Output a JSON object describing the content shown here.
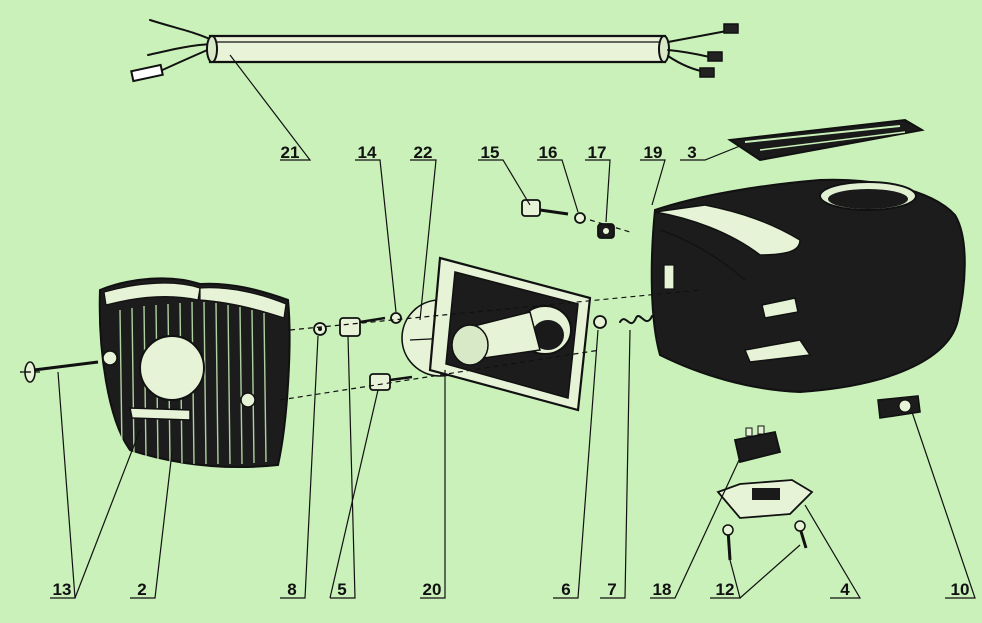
{
  "diagram": {
    "colors": {
      "background": "#c9f1b9",
      "ink": "#111111",
      "dark": "#1a1a1a"
    },
    "parts": [
      {
        "id": "p21",
        "number": "21"
      },
      {
        "id": "p14",
        "number": "14"
      },
      {
        "id": "p22",
        "number": "22"
      },
      {
        "id": "p15",
        "number": "15"
      },
      {
        "id": "p16",
        "number": "16"
      },
      {
        "id": "p17",
        "number": "17"
      },
      {
        "id": "p19",
        "number": "19"
      },
      {
        "id": "p3",
        "number": "3"
      },
      {
        "id": "p13",
        "number": "13"
      },
      {
        "id": "p2",
        "number": "2"
      },
      {
        "id": "p8",
        "number": "8"
      },
      {
        "id": "p5",
        "number": "5"
      },
      {
        "id": "p20",
        "number": "20"
      },
      {
        "id": "p6",
        "number": "6"
      },
      {
        "id": "p7",
        "number": "7"
      },
      {
        "id": "p18",
        "number": "18"
      },
      {
        "id": "p12",
        "number": "12"
      },
      {
        "id": "p4",
        "number": "4"
      },
      {
        "id": "p10",
        "number": "10"
      }
    ]
  }
}
